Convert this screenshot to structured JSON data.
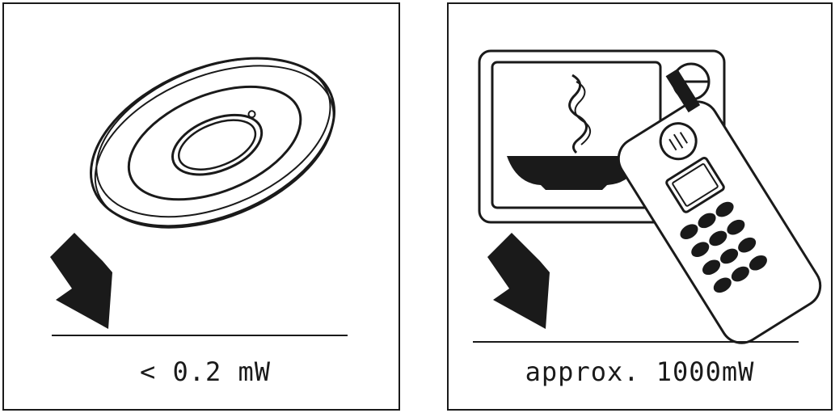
{
  "panels": [
    {
      "id": "smoke-detector",
      "icons": [
        "smoke-detector-icon",
        "down-arrow-icon"
      ],
      "caption": "< 0.2 mW"
    },
    {
      "id": "microwave-and-phone",
      "icons": [
        "microwave-oven-icon",
        "steaming-bowl-icon",
        "mobile-phone-icon",
        "down-arrow-icon"
      ],
      "caption": "approx. 1000mW"
    }
  ],
  "colors": {
    "ink": "#1a1a1a",
    "paper": "#ffffff"
  }
}
